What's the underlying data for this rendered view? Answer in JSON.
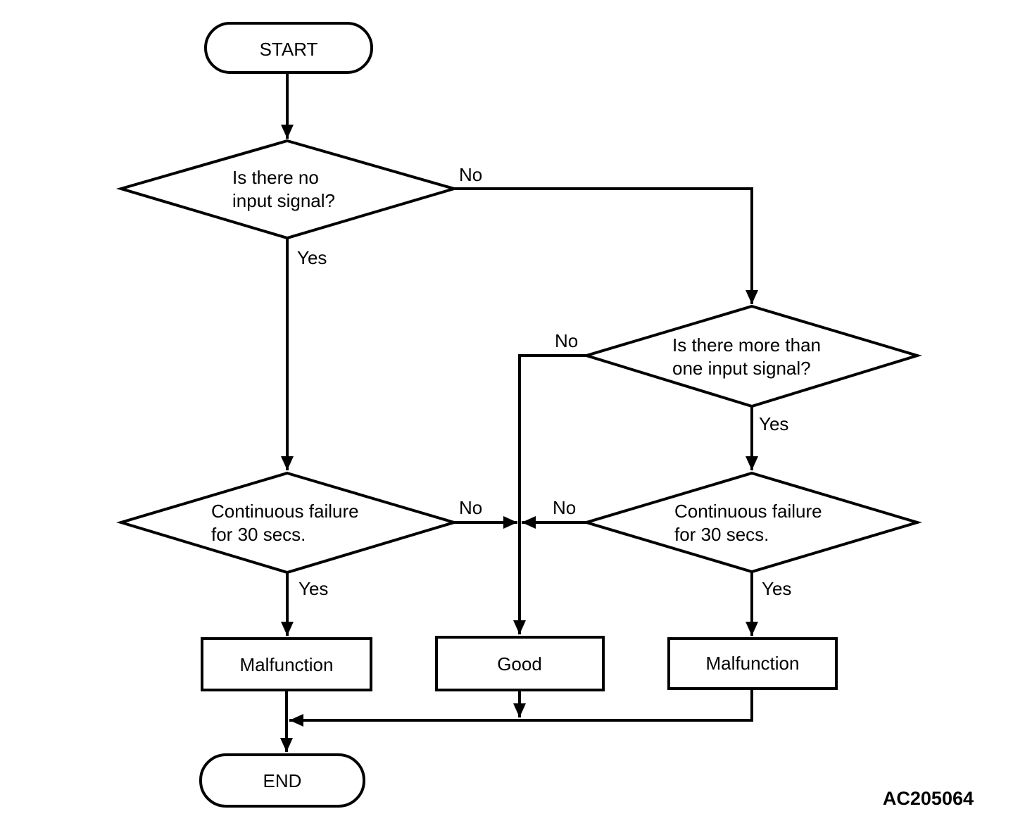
{
  "flowchart": {
    "start": {
      "label": "START"
    },
    "decisions": {
      "no_input": {
        "text_line1": "Is there no",
        "text_line2": "input signal?",
        "no_label": "No",
        "yes_label": "Yes"
      },
      "multi_input": {
        "text_line1": "Is there more than",
        "text_line2": "one input signal?",
        "no_label": "No",
        "yes_label": "Yes"
      },
      "cont_fail_left": {
        "text_line1": "Continuous failure",
        "text_line2": "for 30 secs.",
        "no_label": "No",
        "yes_label": "Yes"
      },
      "cont_fail_right": {
        "text_line1": "Continuous failure",
        "text_line2": "for 30 secs.",
        "no_label": "No",
        "yes_label": "Yes"
      }
    },
    "results": {
      "malfunction_left": {
        "label": "Malfunction"
      },
      "good": {
        "label": "Good"
      },
      "malfunction_right": {
        "label": "Malfunction"
      }
    },
    "end": {
      "label": "END"
    },
    "figure_code": "AC205064",
    "colors": {
      "line": "#000000",
      "background": "#ffffff",
      "text": "#000000"
    }
  }
}
